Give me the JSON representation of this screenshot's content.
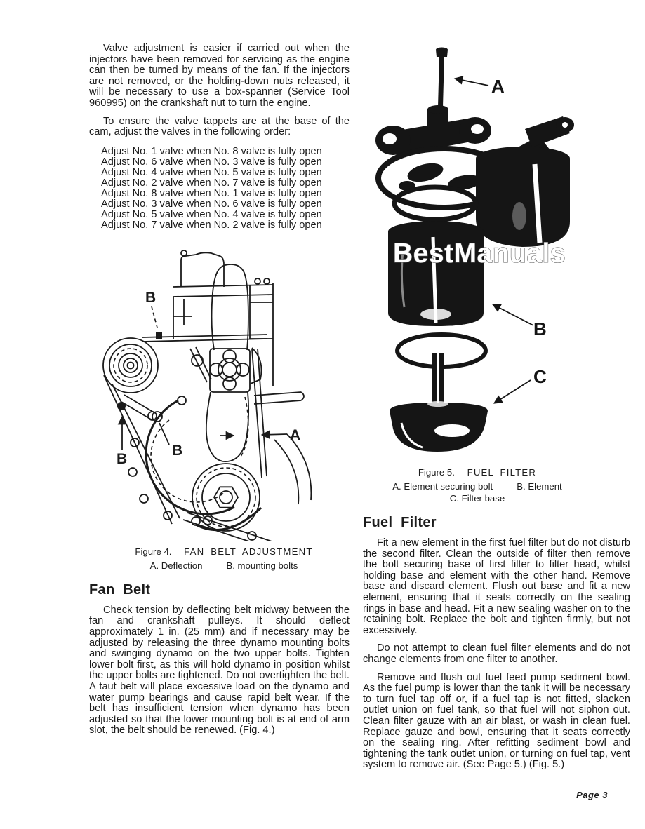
{
  "page": {
    "number_label": "Page 3",
    "ink_color": "#1b1b1b",
    "watermark_color": "#ffffff"
  },
  "left_column": {
    "para_valve_adjustment": "Valve adjustment is easier if carried out when the injectors have been removed for servicing as the engine can then be turned by means of the fan. If the injectors are not removed, or the holding-down nuts released, it will be necessary to use a box-spanner (Service Tool 960995) on the crankshaft nut to turn the engine.",
    "para_tappet_order": "To ensure the valve tappets are at the base of the cam, adjust the valves in the following order:",
    "valve_order": [
      "Adjust No. 1 valve when No. 8 valve is fully open",
      "Adjust No. 6 valve when No. 3 valve is fully open",
      "Adjust No. 4 valve when No. 5 valve is fully open",
      "Adjust No. 2 valve when No. 7 valve is fully open",
      "Adjust No. 8 valve when No. 1 valve is fully open",
      "Adjust No. 3 valve when No. 6 valve is fully open",
      "Adjust No. 5 valve when No. 4 valve is fully open",
      "Adjust No. 7 valve when No. 2 valve is fully open"
    ],
    "figure4": {
      "label": "Figure 4.",
      "title": "FAN BELT ADJUSTMENT",
      "key_a": "A. Deflection",
      "key_b": "B. mounting bolts",
      "callout_a": "A",
      "callout_b": "B"
    },
    "fan_belt": {
      "heading": "Fan Belt",
      "para": "Check tension by deflecting belt midway between the fan and crankshaft pulleys. It should deflect approximately 1 in. (25 mm) and if necessary may be adjusted by releasing the three dynamo mounting bolts and swinging dynamo on the two upper bolts. Tighten lower bolt first, as this will hold dynamo in position whilst the upper bolts are tightened. Do not overtighten the belt. A taut belt will place excessive load on the dynamo and water pump bearings and cause rapid belt wear. If the belt has insufficient tension when dynamo has been adjusted so that the lower mounting bolt is at end of arm slot, the belt should be renewed. (Fig. 4.)"
    }
  },
  "right_column": {
    "figure5": {
      "watermark": "BestManuals",
      "label": "Figure 5.",
      "title": "FUEL FILTER",
      "key_a": "A. Element securing bolt",
      "key_b": "B. Element",
      "key_c": "C. Filter base",
      "callout_a": "A",
      "callout_b": "B",
      "callout_c": "C"
    },
    "fuel_filter": {
      "heading": "Fuel Filter",
      "para1": "Fit a new element in the first fuel filter but do not disturb the second filter. Clean the outside of filter then remove the bolt securing base of first filter to filter head, whilst holding base and element with the other hand. Remove base and discard element. Flush out base and fit a new element, ensuring that it seats correctly on the sealing rings in base and head. Fit a new sealing washer on to the retaining bolt. Replace the bolt and tighten firmly, but not excessively.",
      "para2": "Do not attempt to clean fuel filter elements and do not change elements from one filter to another.",
      "para3": "Remove and flush out fuel feed pump sediment bowl. As the fuel pump is lower than the tank it will be necessary to turn fuel tap off or, if a fuel tap is not fitted, slacken outlet union on fuel tank, so that fuel will not siphon out. Clean filter gauze with an air blast, or wash in clean fuel. Replace gauze and bowl, ensuring that it seats correctly on the sealing ring. After refitting sediment bowl and tightening the tank outlet union, or turning on fuel tap, vent system to remove air. (See Page 5.) (Fig. 5.)"
    }
  }
}
